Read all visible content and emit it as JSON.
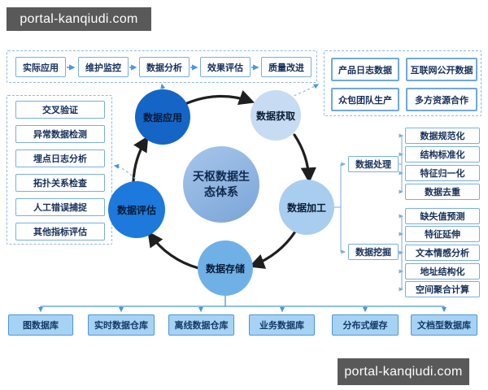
{
  "watermarks": {
    "top_left": "portal-kanqiudi.com",
    "bottom_right": "portal-kanqiudi.com"
  },
  "hub": {
    "title": "天枢数据生态体系"
  },
  "cycle": {
    "apply": "数据应用",
    "acquire": "数据获取",
    "process": "数据加工",
    "store": "数据存储",
    "evaluate": "数据评估"
  },
  "top_flow": {
    "items": [
      "实际应用",
      "维护监控",
      "数据分析",
      "效果评估",
      "质量改进"
    ]
  },
  "evaluation_methods": {
    "items": [
      "交叉验证",
      "异常数据检测",
      "埋点日志分析",
      "拓扑关系检查",
      "人工错误捕捉",
      "其他指标评估"
    ]
  },
  "acquisition_sources": {
    "items": [
      "产品日志数据",
      "互联网公开数据",
      "众包团队生产",
      "多方资源合作"
    ]
  },
  "processing": {
    "label": "数据处理",
    "items": [
      "数据规范化",
      "结构标准化",
      "特征归一化",
      "数据去重"
    ]
  },
  "mining": {
    "label": "数据挖掘",
    "items": [
      "缺失值预测",
      "特征延伸",
      "文本情感分析",
      "地址结构化",
      "空间聚合计算"
    ]
  },
  "storage_systems": {
    "items": [
      "图数据库",
      "实时数据仓库",
      "离线数据仓库",
      "业务数据库",
      "分布式缓存",
      "文档型数据库"
    ]
  },
  "colors": {
    "node_apply": "#1565C6",
    "node_acquire": "#C7DCF2",
    "node_process": "#A9CDEE",
    "node_store": "#6FB1E6",
    "node_evaluate": "#1D79DB",
    "hub_gradient_start": "#A7C6EA",
    "hub_gradient_end": "#7AA5D8",
    "cycle_arrow": "#1f1f1f",
    "connector_blue": "#4D96D9",
    "box_border": "#79AEDE",
    "watermark_bg": "#595959"
  }
}
